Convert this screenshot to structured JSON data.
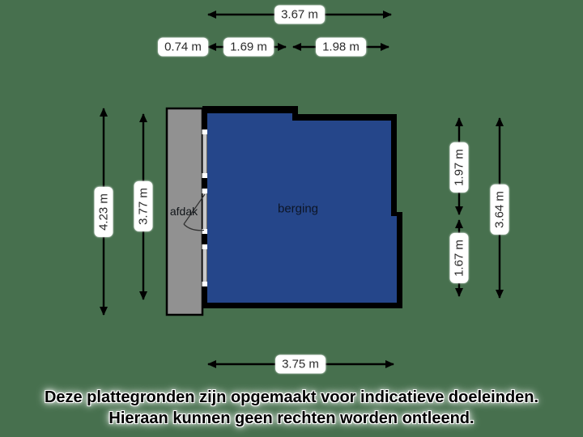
{
  "canvas": {
    "background_color": "#47704E"
  },
  "plan": {
    "rooms": {
      "afdak_label": "afdak",
      "berging_label": "berging"
    },
    "colors": {
      "berging_fill": "#25468A",
      "afdak_fill": "#919191",
      "wall": "#000000",
      "opening": "#C9C9C9",
      "label_pill_background": "#FFFFFF",
      "dimension_line": "#000000"
    }
  },
  "dimensions": {
    "top_total": "3.67 m",
    "top_afdak_width": "0.74 m",
    "top_left_section": "1.69 m",
    "top_right_section": "1.98 m",
    "left_outer_height": "4.23 m",
    "left_inner_height": "3.77 m",
    "right_upper_section": "1.97 m",
    "right_lower_section": "1.67 m",
    "right_total_height": "3.64 m",
    "bottom_total": "3.75 m"
  },
  "disclaimer": {
    "line1": "Deze plattegronden zijn opgemaakt voor indicatieve doeleinden.",
    "line2": "Hieraan kunnen geen rechten worden ontleend."
  }
}
